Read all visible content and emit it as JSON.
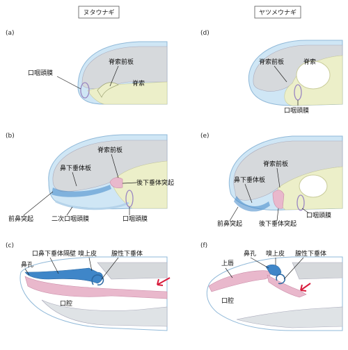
{
  "headers": {
    "left": "ヌタウナギ",
    "right": "ヤツメウナギ"
  },
  "panels": {
    "a": "(a)",
    "b": "(b)",
    "c": "(c)",
    "d": "(d)",
    "e": "(e)",
    "f": "(f)"
  },
  "labels": {
    "a": {
      "notochord_plate": "脊索前板",
      "oropharyngeal_membrane": "口咽頭膜",
      "notochord": "脊索"
    },
    "b": {
      "notochord_plate": "脊索前板",
      "nasohypophyseal_plate": "鼻下垂体板",
      "hypophyseal_process": "後下垂体突起",
      "anterior_nasal_process": "前鼻突起",
      "secondary_oropharyngeal_membrane": "二次口咽頭膜",
      "oropharyngeal_membrane": "口咽頭膜"
    },
    "c": {
      "nasohypophyseal_septum": "口鼻下垂体隔壁",
      "olfactory_epithelium": "嗅上皮",
      "adenohypophysis": "腺性下垂体",
      "nostril": "鼻孔",
      "oral_cavity": "口腔"
    },
    "d": {
      "notochord_plate": "脊索前板",
      "notochord": "脊索",
      "oropharyngeal_membrane": "口咽頭膜"
    },
    "e": {
      "notochord_plate": "脊索前板",
      "nasohypophyseal_plate": "鼻下垂体板",
      "anterior_nasal_process": "前鼻突起",
      "posterior_hypophyseal_process": "後下垂体突起",
      "oropharyngeal_membrane": "口咽頭膜"
    },
    "f": {
      "nostril": "鼻孔",
      "olfactory_epithelium": "嗅上皮",
      "adenohypophysis": "腺性下垂体",
      "upper_lip": "上唇",
      "oral_cavity": "口腔"
    }
  },
  "colors": {
    "ectoderm": "#cfe6f5",
    "ectoderm_outline": "#8fb8d8",
    "neural": "#d6d9dc",
    "endoderm": "#ecefc9",
    "hypophysis_pink": "#e9b8cc",
    "nasal_blue": "#3f86c8",
    "membrane_purple": "#9a86c2",
    "arrow_red": "#d81b3c"
  }
}
